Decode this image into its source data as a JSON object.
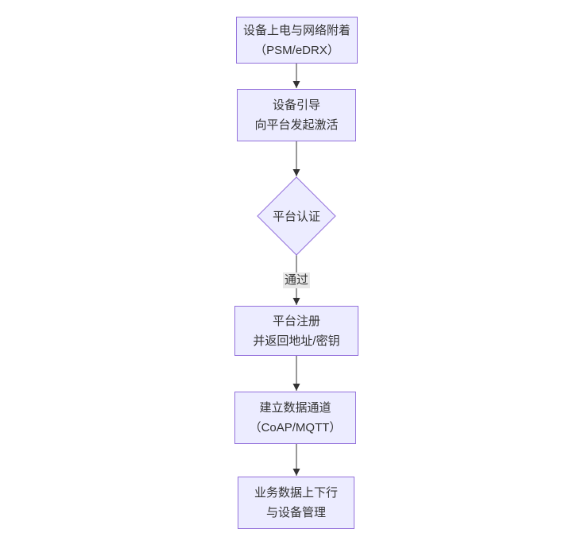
{
  "diagram": {
    "type": "flowchart",
    "direction": "top-down",
    "colors": {
      "background": "#ffffff",
      "node_fill": "#ECECFF",
      "node_border": "#9370DB",
      "text": "#333333",
      "edge": "#333333",
      "edge_label_bg": "#e8e8e8"
    },
    "nodes": [
      {
        "id": "power-attach",
        "shape": "rect",
        "line1": "设备上电与网络附着",
        "line2": "（PSM/eDRX）"
      },
      {
        "id": "bootstrap",
        "shape": "rect",
        "line1": "设备引导",
        "line2": "向平台发起激活"
      },
      {
        "id": "platform-auth",
        "shape": "diamond",
        "line1": "平台认证"
      },
      {
        "id": "register",
        "shape": "rect",
        "line1": "平台注册",
        "line2": "并返回地址/密钥"
      },
      {
        "id": "data-channel",
        "shape": "rect",
        "line1": "建立数据通道",
        "line2": "（CoAP/MQTT）"
      },
      {
        "id": "business-data",
        "shape": "rect",
        "line1": "业务数据上下行",
        "line2": "与设备管理"
      }
    ],
    "edges": [
      {
        "from": "power-attach",
        "to": "bootstrap",
        "label": ""
      },
      {
        "from": "bootstrap",
        "to": "platform-auth",
        "label": ""
      },
      {
        "from": "platform-auth",
        "to": "register",
        "label": "通过"
      },
      {
        "from": "register",
        "to": "data-channel",
        "label": ""
      },
      {
        "from": "data-channel",
        "to": "business-data",
        "label": ""
      }
    ]
  }
}
